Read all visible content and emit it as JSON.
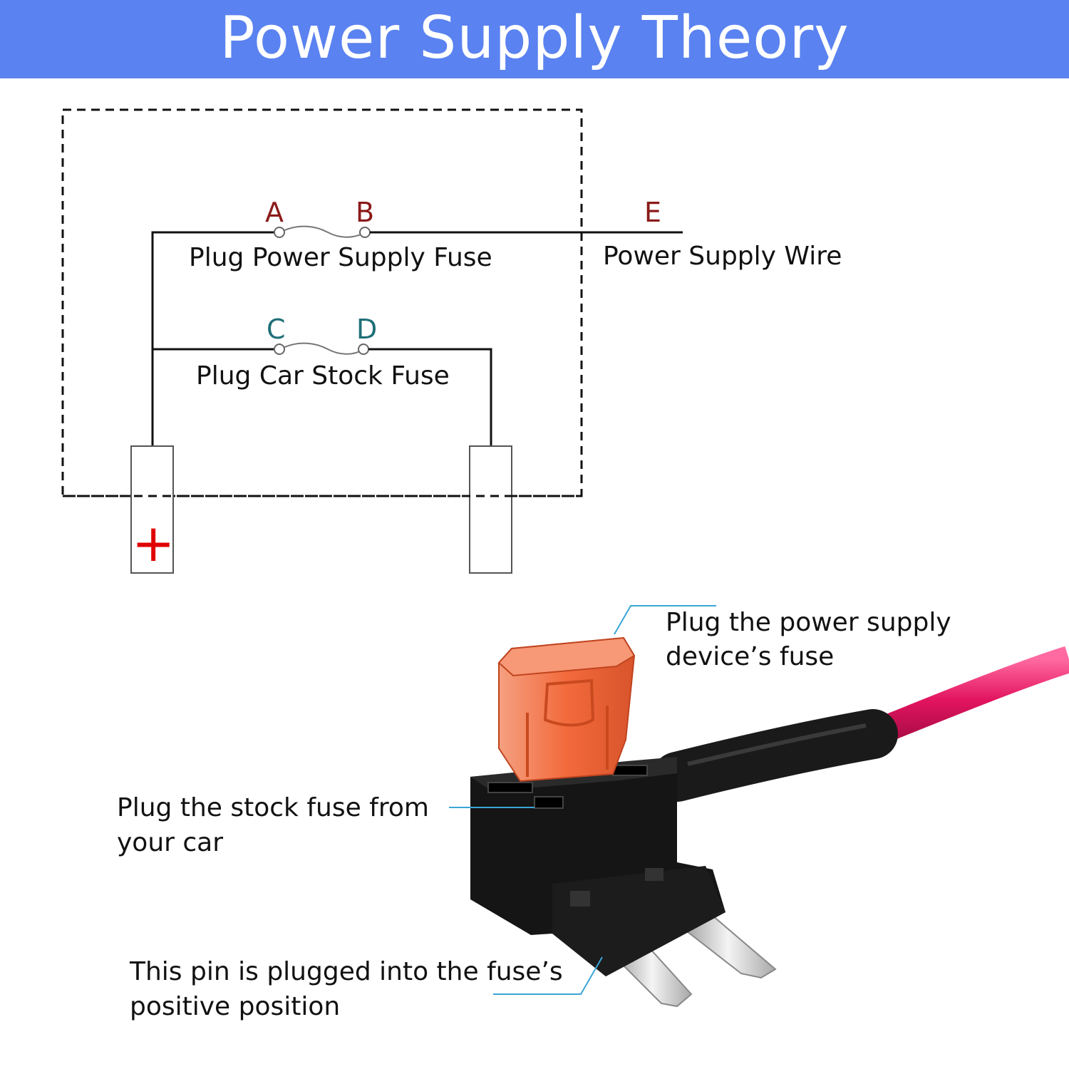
{
  "header": {
    "title": "Power Supply Theory",
    "bg_color": "#5a82f0"
  },
  "schematic": {
    "node_a": "A",
    "node_b": "B",
    "node_c": "C",
    "node_d": "D",
    "node_e": "E",
    "plug_power_supply_fuse": "Plug Power Supply Fuse",
    "power_supply_wire": "Power Supply Wire",
    "plug_car_stock_fuse": "Plug Car Stock Fuse",
    "positive_symbol": "+",
    "colors": {
      "ab_labels": "#8b1a1a",
      "cd_labels": "#1f6f78",
      "plus": "#e00000",
      "wire": "#111111"
    }
  },
  "product": {
    "callout_top": [
      "Plug the power supply",
      "device’s fuse"
    ],
    "callout_middle": [
      "Plug the stock fuse from",
      "your car"
    ],
    "callout_bottom": [
      "This pin is plugged into the fuse’s",
      "positive position"
    ],
    "colors": {
      "fuse": "#f26a3c",
      "cable": "#e2145f",
      "body": "#141414",
      "callout_line": "#3aa6d8"
    }
  }
}
